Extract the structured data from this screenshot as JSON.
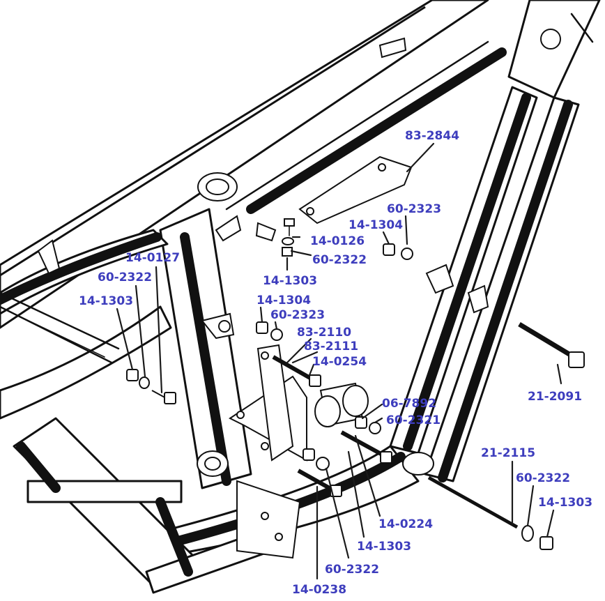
{
  "labels": {
    "p83_2844": "83-2844",
    "p60_2323_a": "60-2323",
    "p14_1304_a": "14-1304",
    "p14_0126": "14-0126",
    "p60_2322_a": "60-2322",
    "p14_1303_a": "14-1303",
    "p14_0127": "14-0127",
    "p60_2322_b": "60-2322",
    "p14_1303_b": "14-1303",
    "p14_1304_b": "14-1304",
    "p60_2323_b": "60-2323",
    "p83_2110": "83-2110",
    "p83_2111": "83-2111",
    "p14_0254": "14-0254",
    "p21_2091": "21-2091",
    "p06_7892": "06-7892",
    "p60_2321": "60-2321",
    "p21_2115": "21-2115",
    "p60_2322_c": "60-2322",
    "p14_1303_c": "14-1303",
    "p14_0224": "14-0224",
    "p14_1303_d": "14-1303",
    "p60_2322_d": "60-2322",
    "p14_0238": "14-0238"
  },
  "colors": {
    "label": "#3d3dbd",
    "line": "#111111",
    "background": "#ffffff"
  }
}
